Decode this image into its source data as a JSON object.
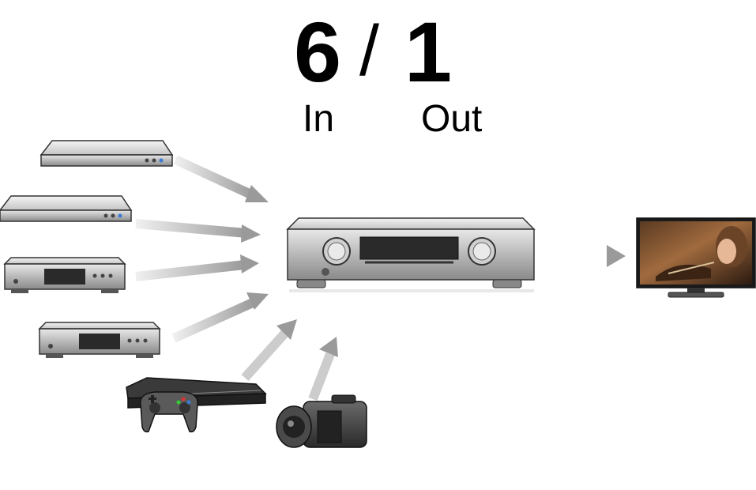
{
  "headline": {
    "inputs_count": "6",
    "separator": "/",
    "outputs_count": "1",
    "inputs_label": "In",
    "outputs_label": "Out"
  },
  "colors": {
    "arrow": "#9a9a9a",
    "device_body": "#c8c8c8",
    "device_dark": "#2a2a2a",
    "screen_blue": "#3a7bd5"
  },
  "devices": {
    "inputs": [
      {
        "icon": "slim-disc-player-icon"
      },
      {
        "icon": "slim-disc-player-icon"
      },
      {
        "icon": "disc-player-icon"
      },
      {
        "icon": "disc-player-icon"
      },
      {
        "icon": "game-console-icon"
      },
      {
        "icon": "camcorder-icon"
      }
    ],
    "hub": {
      "icon": "av-receiver-icon"
    },
    "output": {
      "icon": "television-icon"
    }
  }
}
